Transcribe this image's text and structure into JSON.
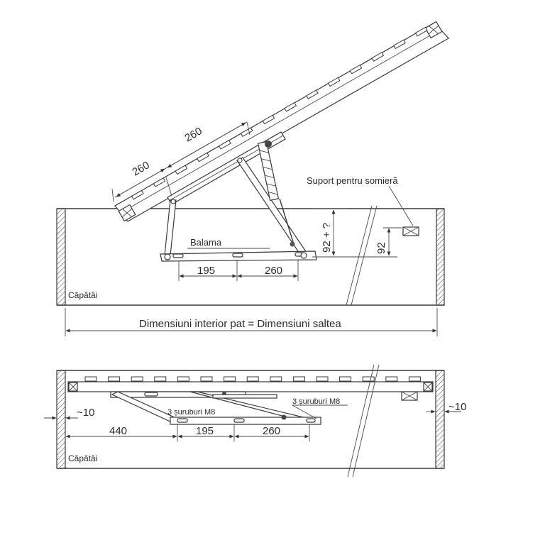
{
  "side_view": {
    "dim_slat_1": "260",
    "dim_slat_2": "260",
    "dim_hinge_1": "195",
    "dim_hinge_2": "260",
    "label_hinge": "Balama",
    "dim_height_var": "92 + ?",
    "dim_height": "92",
    "label_support": "Suport pentru somieră",
    "label_headboard": "Căpătâi",
    "label_interior": "Dimensiuni interior pat = Dimensiuni saltea"
  },
  "top_view": {
    "dim_gap_left": "~10",
    "dim_gap_right": "~10",
    "dim_offset": "440",
    "dim_hinge_1": "195",
    "dim_hinge_2": "260",
    "label_screws_1": "3 șuruburi M8",
    "label_screws_2": "3 șuruburi M8",
    "label_headboard": "Căpătâi"
  },
  "colors": {
    "line": "#3a3a3a",
    "text": "#2b2b2b",
    "background": "#ffffff"
  }
}
